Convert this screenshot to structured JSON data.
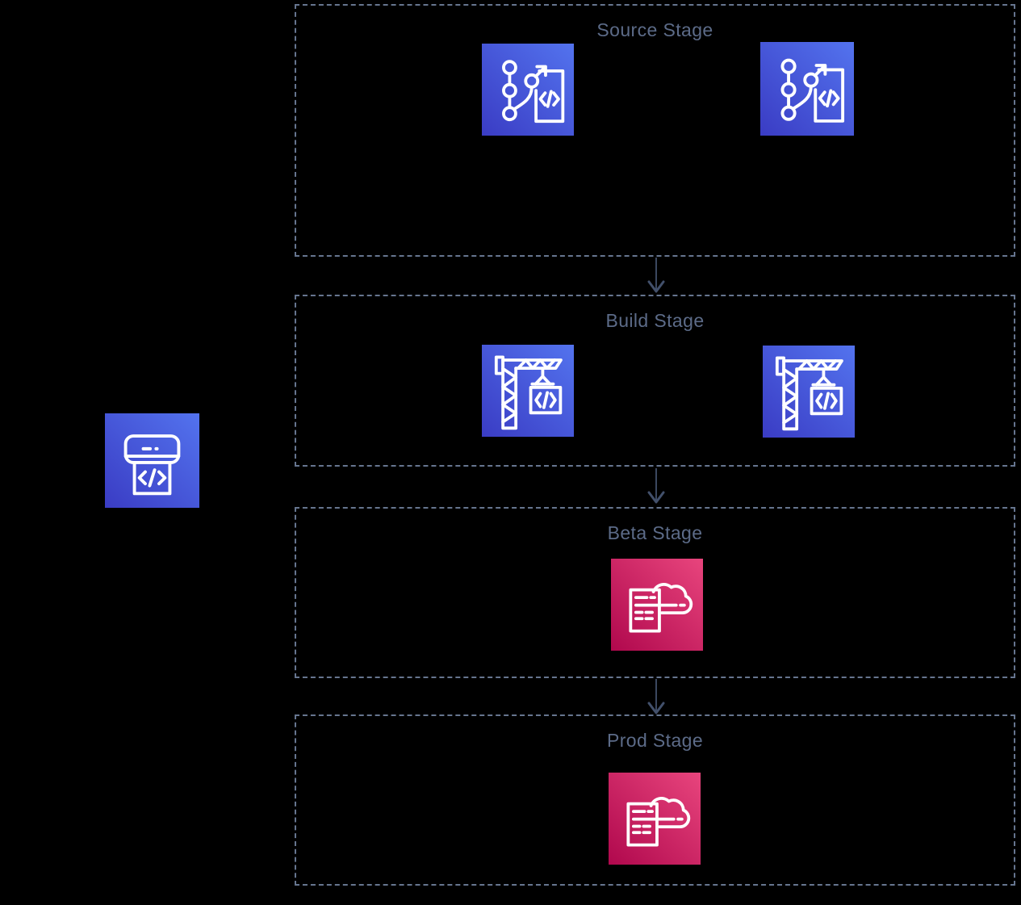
{
  "diagram": {
    "pipeline": {
      "icon": "aws-codepipeline"
    },
    "stages": [
      {
        "label": "Source Stage",
        "icons": [
          "aws-codecommit",
          "aws-codecommit"
        ]
      },
      {
        "label": "Build Stage",
        "icons": [
          "aws-codebuild",
          "aws-codebuild"
        ]
      },
      {
        "label": "Beta Stage",
        "icons": [
          "aws-cloudformation"
        ]
      },
      {
        "label": "Prod Stage",
        "icons": [
          "aws-cloudformation"
        ]
      }
    ],
    "colors": {
      "background": "#000000",
      "stage_border": "#66758f",
      "stage_label": "#5c6b88",
      "arrow": "#42506b",
      "icon_blue_gradient": [
        "#3a3cc4",
        "#5373ee"
      ],
      "icon_pink_gradient": [
        "#b0084d",
        "#e8457d"
      ],
      "icon_glyph": "#ffffff"
    }
  }
}
